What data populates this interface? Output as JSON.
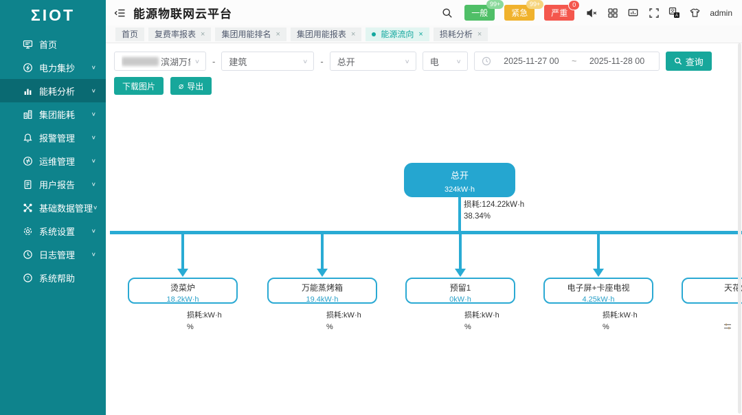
{
  "app": {
    "logo": "ΣIOT",
    "title": "能源物联网云平台"
  },
  "sidebar": {
    "items": [
      {
        "label": "首页",
        "icon": "monitor-icon",
        "chevron": ""
      },
      {
        "label": "电力集抄",
        "icon": "meter-icon",
        "chevron": "∨"
      },
      {
        "label": "能耗分析",
        "icon": "bar-chart-icon",
        "chevron": "∨",
        "active": true
      },
      {
        "label": "集团能耗",
        "icon": "building-chart-icon",
        "chevron": "∨"
      },
      {
        "label": "报警管理",
        "icon": "bell-icon",
        "chevron": "∨"
      },
      {
        "label": "运维管理",
        "icon": "ops-bolt-icon",
        "chevron": "∨"
      },
      {
        "label": "用户报告",
        "icon": "report-doc-icon",
        "chevron": "∨"
      },
      {
        "label": "基础数据管理",
        "icon": "data-nodes-icon",
        "chevron": "∨"
      },
      {
        "label": "系统设置",
        "icon": "gear-icon",
        "chevron": "∨"
      },
      {
        "label": "日志管理",
        "icon": "log-clock-icon",
        "chevron": "∨"
      },
      {
        "label": "系统帮助",
        "icon": "help-circle-icon",
        "chevron": ""
      }
    ]
  },
  "topbar": {
    "alarms": [
      {
        "label": "一般",
        "count": "99+",
        "color": "#4FBF67",
        "badge_color": "#8AD99B"
      },
      {
        "label": "紧急",
        "count": "99+",
        "color": "#F0B22D",
        "badge_color": "#F6D57E"
      },
      {
        "label": "严重",
        "count": "0",
        "color": "#F4574D",
        "badge_color": "#F4574D"
      }
    ],
    "user": "admin"
  },
  "tabs": [
    {
      "label": "首页",
      "close": ""
    },
    {
      "label": "复费率报表",
      "close": "×"
    },
    {
      "label": "集团用能排名",
      "close": "×"
    },
    {
      "label": "集团用能报表",
      "close": "×"
    },
    {
      "label": "能源流向",
      "close": "×",
      "active": true
    },
    {
      "label": "损耗分析",
      "close": "×"
    }
  ],
  "filters": {
    "store": "滨湖万象汇店",
    "store_prefix_redacted": true,
    "sep1": "-",
    "building": "建筑",
    "sep2": "-",
    "node": "总开",
    "energy": "电",
    "date_start": "2025-11-27 00",
    "date_sep": "~",
    "date_end": "2025-11-28 00",
    "query": "查询"
  },
  "actions": {
    "download": "下载图片",
    "export": "导出",
    "export_icon": "⌀"
  },
  "diagram": {
    "type": "energy-flow-tree",
    "root": {
      "label": "总开",
      "value": "324kW·h",
      "loss": "损耗:124.22kW·h",
      "loss_pct": "38.34%"
    },
    "children": [
      {
        "label": "烫菜炉",
        "value": "18.2kW·h",
        "loss": "损耗:kW·h",
        "loss_pct": "%"
      },
      {
        "label": "万能蒸烤箱",
        "value": "19.4kW·h",
        "loss": "损耗:kW·h",
        "loss_pct": "%"
      },
      {
        "label": "预留1",
        "value": "0kW·h",
        "loss": "损耗:kW·h",
        "loss_pct": "%"
      },
      {
        "label": "电子屏+卡座电视",
        "value": "4.25kW·h",
        "loss": "损耗:kW·h",
        "loss_pct": "%"
      },
      {
        "label": "天花灯",
        "value": "",
        "loss": "",
        "loss_pct": ""
      }
    ],
    "colors": {
      "flow": "#29ABD4",
      "node_fill": "#25A6D0",
      "button_accent": "#17A79B",
      "sidebar": "#0E838C"
    }
  }
}
